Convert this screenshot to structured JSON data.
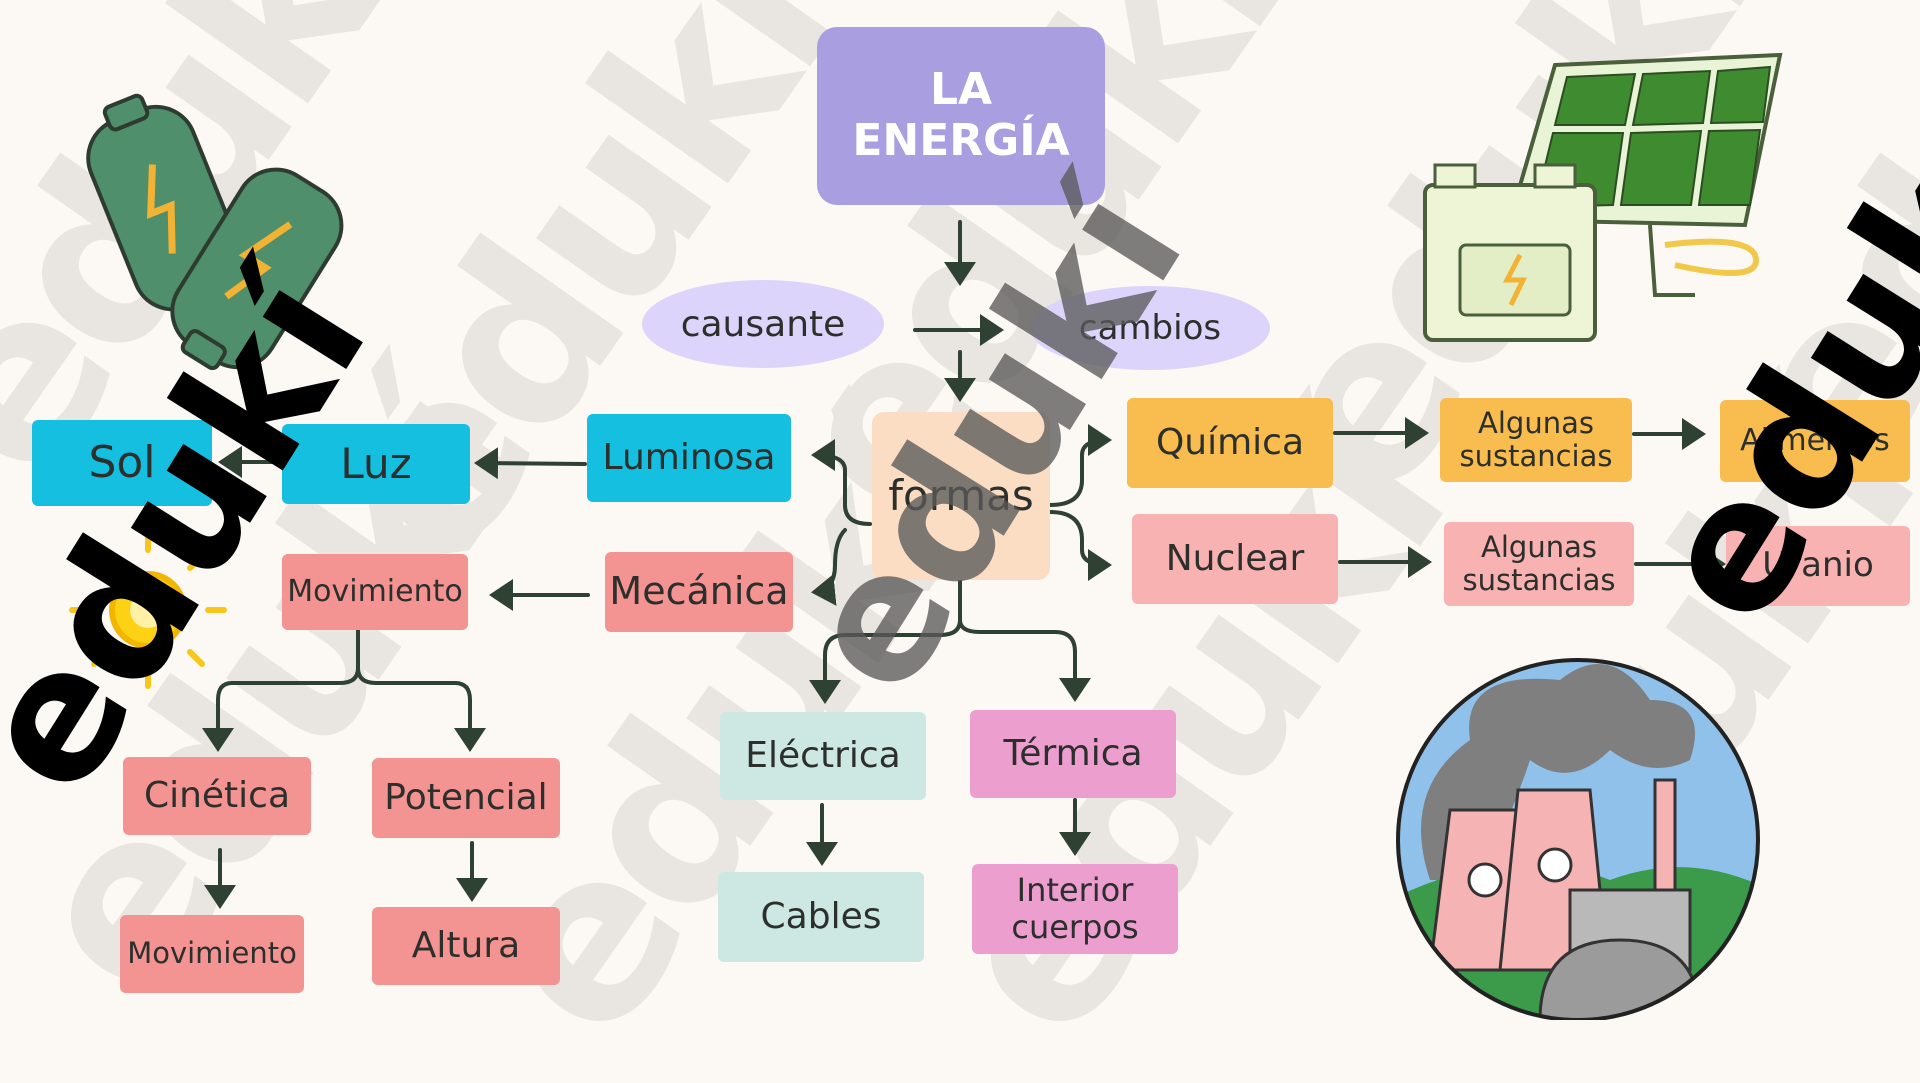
{
  "title": "LA ENERGÍA",
  "ovals": {
    "causante": "causante",
    "cambios": "cambios"
  },
  "center": "formas",
  "left": {
    "luminosa": "Luminosa",
    "luz": "Luz",
    "sol": "Sol",
    "mecanica": "Mecánica",
    "movimiento": "Movimiento",
    "cinetica": "Cinética",
    "potencial": "Potencial",
    "movimiento2": "Movimiento",
    "altura": "Altura"
  },
  "bottom": {
    "electrica": "Eléctrica",
    "cables": "Cables",
    "termica": "Térmica",
    "interior": "Interior cuerpos"
  },
  "right": {
    "quimica": "Química",
    "algunas1": "Algunas sustancias",
    "alimentos": "Alimentos",
    "nuclear": "Nuclear",
    "algunas2": "Algunas sustancias",
    "uranio": "Uranio"
  },
  "watermark": "edukí",
  "colors": {
    "purple": "#a99ee0",
    "lilac": "#ddd4fb",
    "peach": "#fbddc3",
    "cyan": "#14bfe0",
    "salmon": "#f39392",
    "mint": "#cde8e2",
    "pink": "#ec9ecf",
    "orange": "#f8bd4e",
    "lightpink": "#f8b2b2",
    "arrow": "#2e4133"
  }
}
